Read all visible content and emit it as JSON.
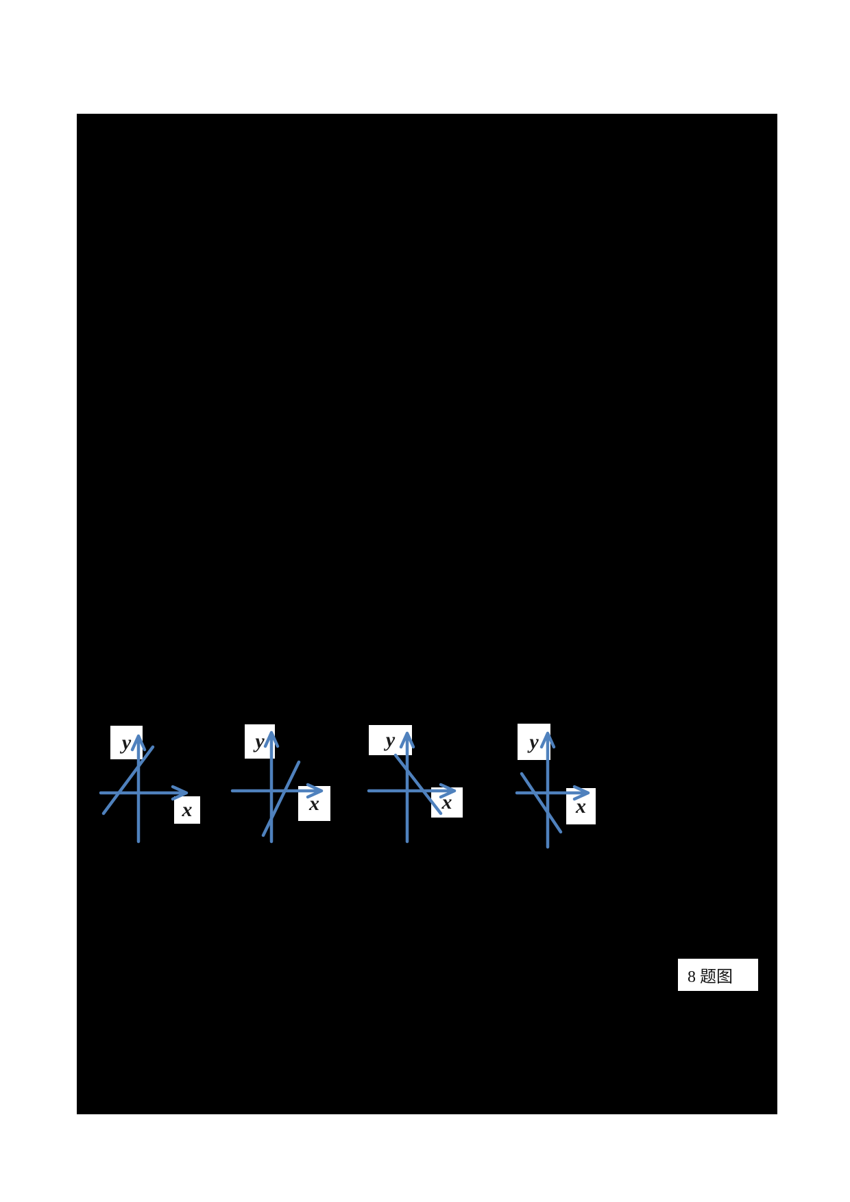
{
  "document": {
    "type": "exam-paper-page-mostly-redacted",
    "caption_box": {
      "text": "8 题图"
    },
    "figures": [
      {
        "name": "option-1",
        "y_label": "y",
        "x_label": "x",
        "line_slope": "positive",
        "line_y_intercept": "positive",
        "line_x_intercept": "negative"
      },
      {
        "name": "option-2",
        "y_label": "y",
        "x_label": "x",
        "line_slope": "positive",
        "line_y_intercept": "negative",
        "line_x_intercept": "positive"
      },
      {
        "name": "option-3",
        "y_label": "y",
        "x_label": "x",
        "line_slope": "negative",
        "line_y_intercept": "positive",
        "line_x_intercept": "positive"
      },
      {
        "name": "option-4",
        "y_label": "y",
        "x_label": "x",
        "line_slope": "negative",
        "line_y_intercept": "negative",
        "line_x_intercept": "negative"
      }
    ],
    "colors": {
      "page_background": "#ffffff",
      "redacted_region": "#000000",
      "stroke_blue": "#4f81bd",
      "label_text": "#1a1a1a"
    }
  }
}
